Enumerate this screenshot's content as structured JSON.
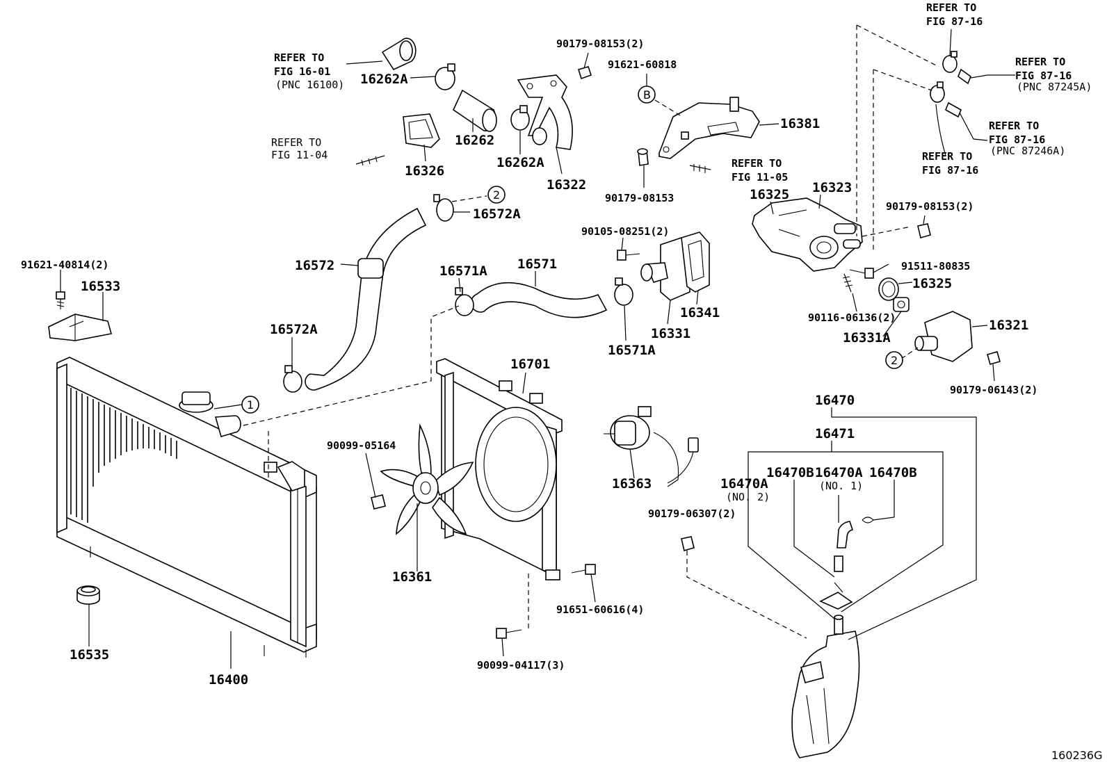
{
  "figure_code": "160236G",
  "callouts": {
    "c1": "1",
    "c2a": "2",
    "c2b": "2",
    "cB": "B"
  },
  "labels": {
    "p16262A_top": "16262A",
    "p16262": "16262",
    "p16262A_mid": "16262A",
    "p16326": "16326",
    "p16322": "16322",
    "p16572A_top": "16572A",
    "p16572": "16572",
    "p16572A_bot": "16572A",
    "p16571A_left": "16571A",
    "p16571": "16571",
    "p16571A_right": "16571A",
    "p16331": "16331",
    "p16341": "16341",
    "p16381": "16381",
    "p16325_top": "16325",
    "p16323": "16323",
    "p16325_ring": "16325",
    "p16331A": "16331A",
    "p16321": "16321",
    "p16533": "16533",
    "p16535": "16535",
    "p16400": "16400",
    "p16701": "16701",
    "p16361": "16361",
    "p16363": "16363",
    "p16470": "16470",
    "p16471": "16471",
    "p16470B_left": "16470B",
    "p16470A_no1": "16470A",
    "no1": "(NO. 1)",
    "p16470B_right": "16470B",
    "p16470A_no2": "16470A",
    "no2": "(NO. 2)",
    "b90179_08153_2_top": "90179-08153(2)",
    "b91621_60818": "91621-60818",
    "b90179_08153_mid": "90179-08153",
    "b90105_08251_2": "90105-08251(2)",
    "b90179_08153_2_right": "90179-08153(2)",
    "b91511_80835": "91511-80835",
    "b90116_06136_2": "90116-06136(2)",
    "b90179_06143_2": "90179-06143(2)",
    "b91621_40814_2": "91621-40814(2)",
    "b90099_05164": "90099-05164",
    "b90179_06307_2": "90179-06307(2)",
    "b91651_60616_4": "91651-60616(4)",
    "b90099_04117_3": "90099-04117(3)"
  },
  "references": {
    "fig1601": {
      "l1": "REFER TO",
      "l2": "FIG 16-01",
      "l3": "(PNC 16100)"
    },
    "fig1104": {
      "l1": "REFER TO",
      "l2": "FIG 11-04"
    },
    "fig1105": {
      "l1": "REFER TO",
      "l2": "FIG 11-05"
    },
    "fig8716_top": {
      "l1": "REFER TO",
      "l2": "FIG 87-16"
    },
    "fig8716_a": {
      "l1": "REFER TO",
      "l2": "FIG 87-16",
      "l3": "(PNC 87245A)"
    },
    "fig8716_b": {
      "l1": "REFER TO",
      "l2": "FIG 87-16",
      "l3": "(PNC 87246A)"
    },
    "fig8716_c": {
      "l1": "REFER TO",
      "l2": "FIG 87-16"
    }
  }
}
